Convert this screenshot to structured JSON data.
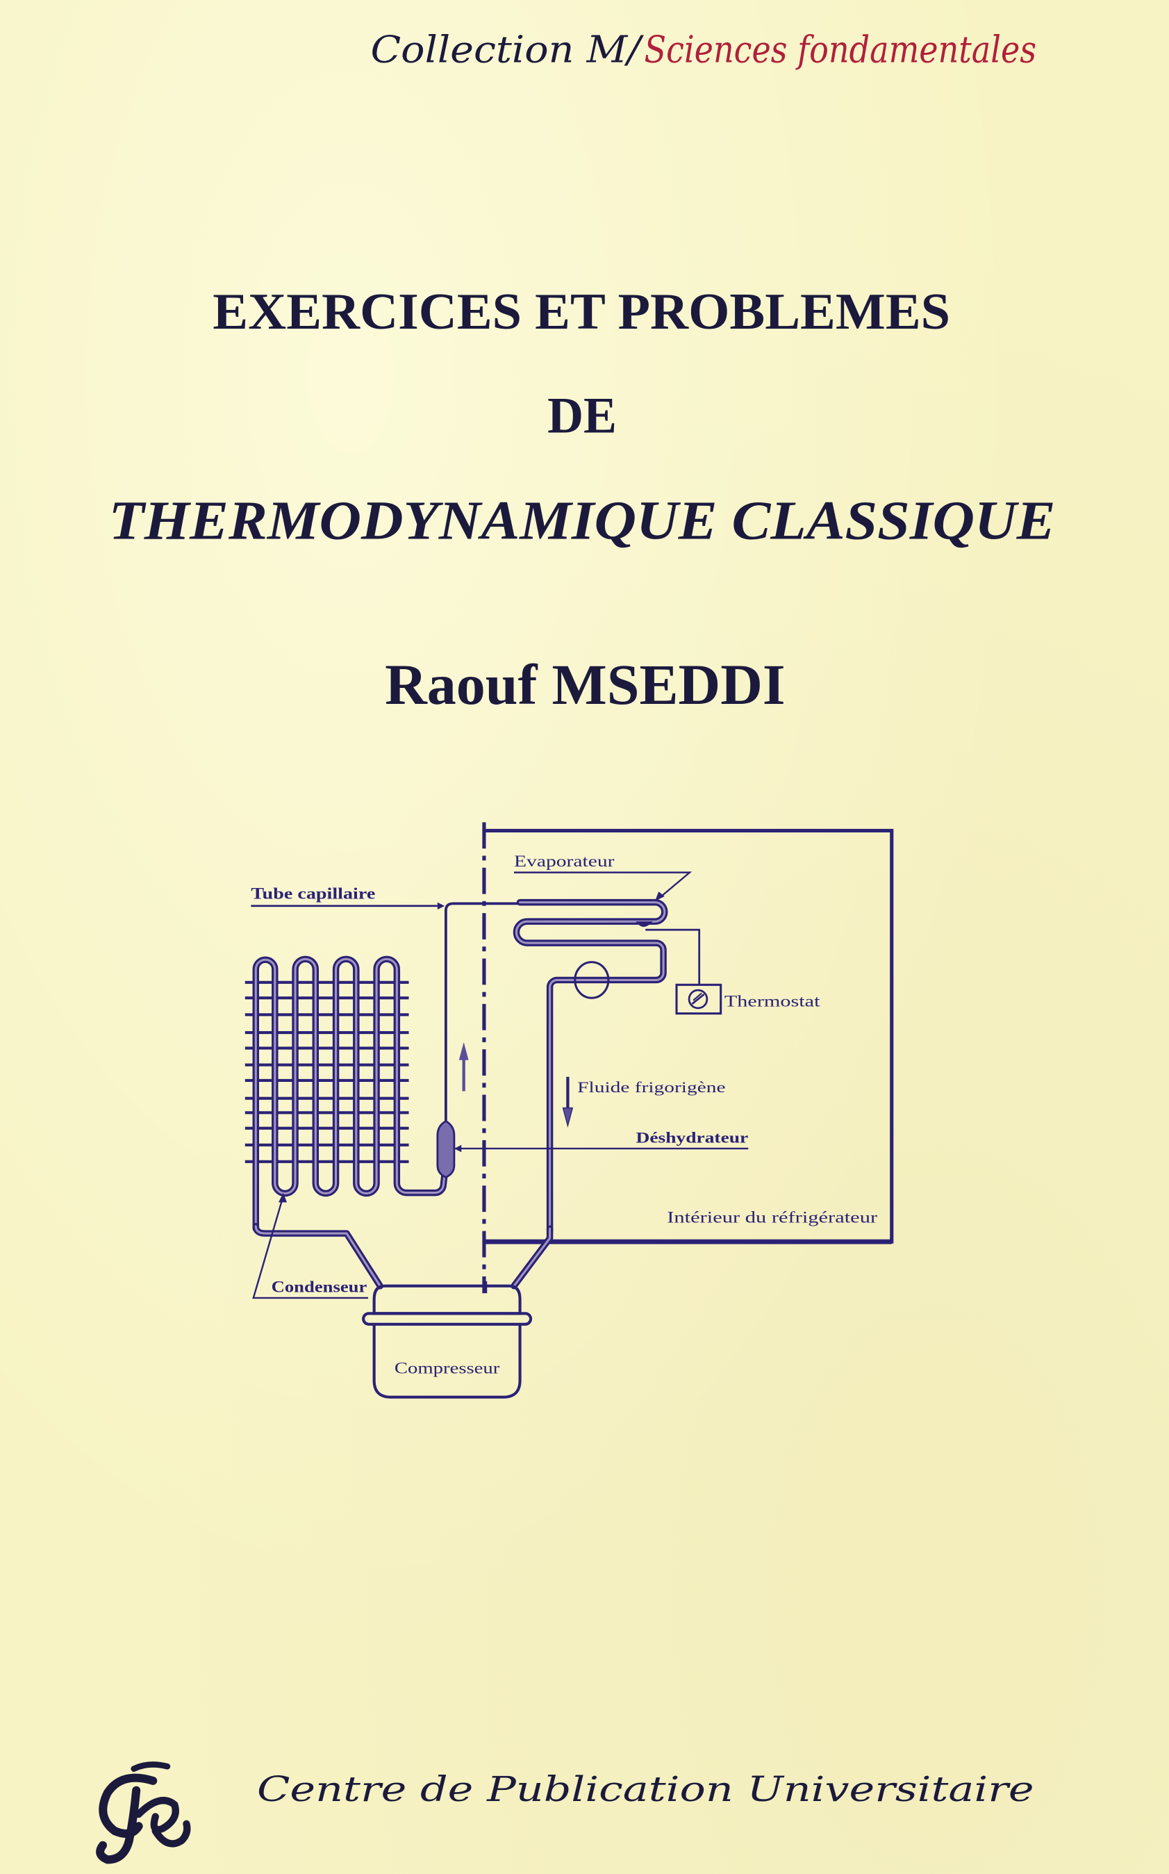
{
  "cover": {
    "collection_prefix": "Collection M/",
    "collection_series": "Sciences fondamentales",
    "title_line1": "EXERCICES ET PROBLEMES",
    "title_line2": "DE",
    "title_line3": "THERMODYNAMIQUE CLASSIQUE",
    "author": "Raouf MSEDDI",
    "publisher": "Centre de Publication Universitaire",
    "publisher_logo": "CPU monogram logo"
  },
  "diagram": {
    "labels": {
      "tube_capillaire": "Tube capillaire",
      "evaporateur": "Evaporateur",
      "thermostat": "Thermostat",
      "fluide": "Fluide frigorigène",
      "deshydrateur": "Déshydrateur",
      "interieur": "Intérieur du réfrigérateur",
      "condenseur": "Condenseur",
      "compresseur": "Compresseur"
    }
  },
  "colors": {
    "background": "#F7F3C4",
    "title_ink": "#1B1A3C",
    "diagram_ink": "#2B2275",
    "series_red": "#B0203A"
  }
}
